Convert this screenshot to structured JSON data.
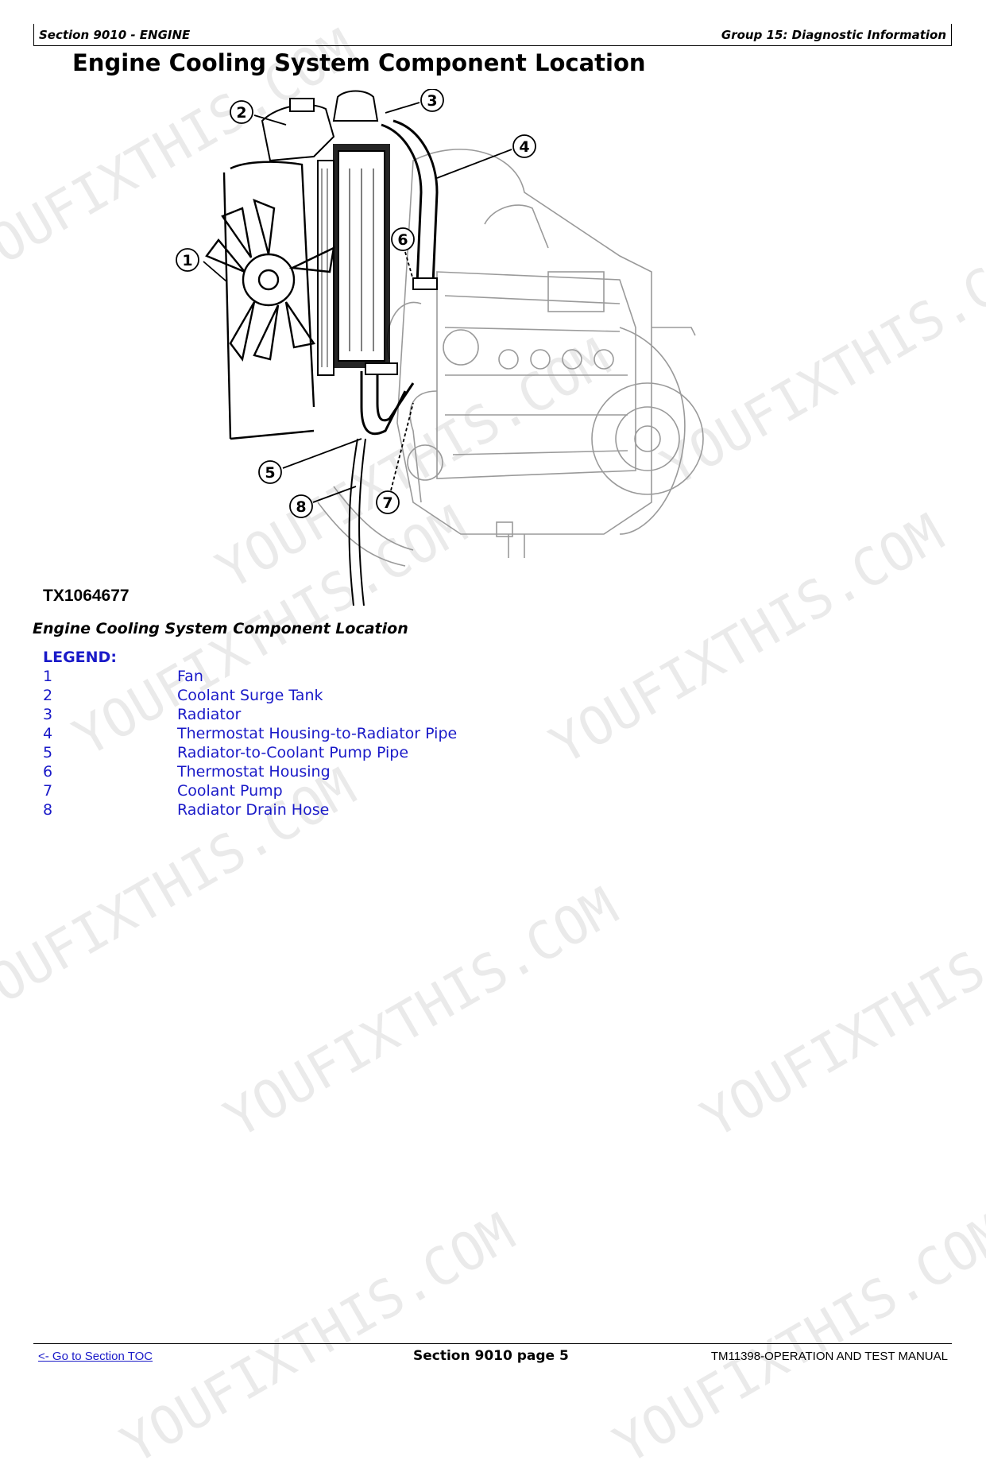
{
  "header": {
    "section": "Section 9010 - ENGINE",
    "group": "Group 15: Diagnostic Information"
  },
  "title": "Engine Cooling System Component Location",
  "figure": {
    "id": "TX1064677",
    "callouts": [
      "1",
      "2",
      "3",
      "4",
      "5",
      "6",
      "7",
      "8"
    ]
  },
  "caption": "Engine Cooling System Component Location",
  "legend": {
    "title": "LEGEND:",
    "items": [
      {
        "num": "1",
        "label": "Fan"
      },
      {
        "num": "2",
        "label": "Coolant Surge Tank"
      },
      {
        "num": "3",
        "label": "Radiator"
      },
      {
        "num": "4",
        "label": "Thermostat Housing-to-Radiator Pipe"
      },
      {
        "num": "5",
        "label": "Radiator-to-Coolant Pump Pipe"
      },
      {
        "num": "6",
        "label": "Thermostat Housing"
      },
      {
        "num": "7",
        "label": "Coolant Pump"
      },
      {
        "num": "8",
        "label": "Radiator Drain Hose"
      }
    ]
  },
  "watermark": "YOUFIXTHIS.COM",
  "footer": {
    "toc_link": "<- Go to Section TOC",
    "page": "Section 9010 page 5",
    "manual": "TM11398-OPERATION AND TEST MANUAL"
  }
}
